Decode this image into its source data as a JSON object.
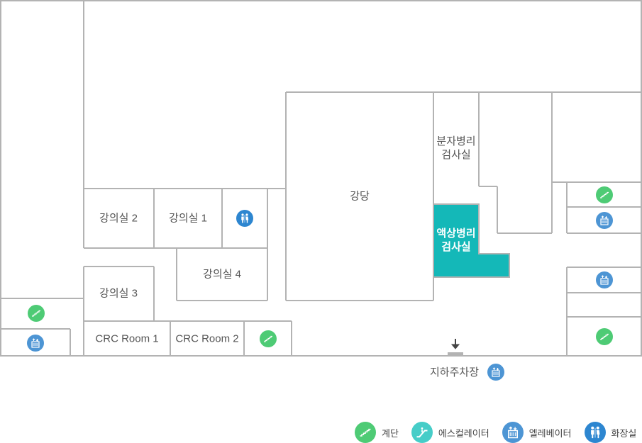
{
  "map": {
    "rooms": {
      "lecture2": "강의실 2",
      "lecture1": "강의실 1",
      "lecture4": "강의실 4",
      "lecture3": "강의실 3",
      "crc1": "CRC Room 1",
      "crc2": "CRC Room 2",
      "auditorium": "강당",
      "molecular_line1": "분자병리",
      "molecular_line2": "검사실",
      "liquid_line1": "액상병리",
      "liquid_line2": "검사실"
    },
    "parking_label": "지하주차장",
    "highlight_color": "#14b8b8",
    "wall_color": "#b3b3b3"
  },
  "legend": {
    "stairs": "계단",
    "escalator": "에스컬레이터",
    "elevator": "엘레베이터",
    "restroom": "화장실"
  }
}
